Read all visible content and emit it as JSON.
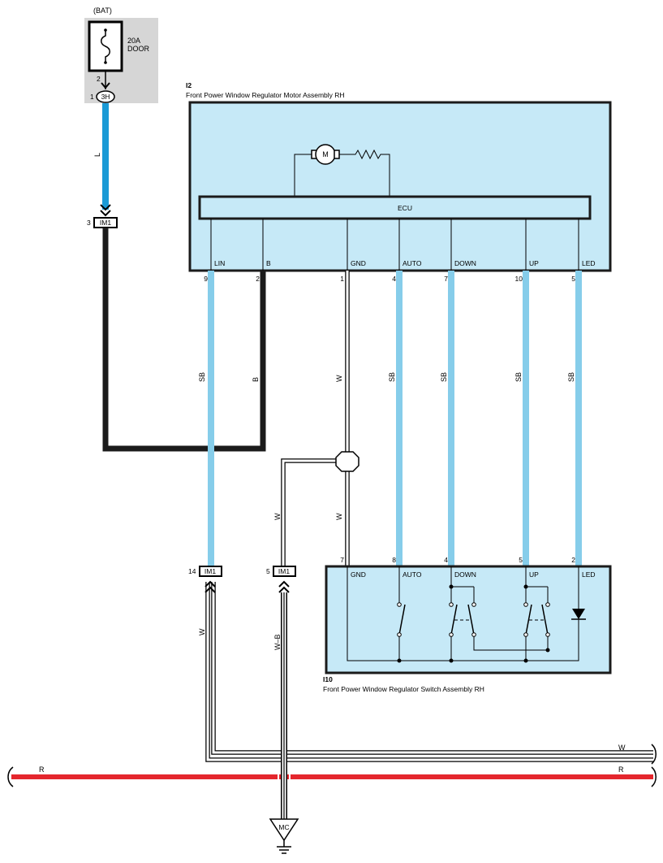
{
  "fuse": {
    "source": "(BAT)",
    "rating": "20A",
    "name": "DOOR",
    "pin_top": "2",
    "pin_conn": "1",
    "conn": "3H"
  },
  "motor_assembly": {
    "code": "I2",
    "title": "Front Power Window Regulator Motor Assembly RH",
    "motor_label": "M",
    "ecu_label": "ECU",
    "terminals": [
      {
        "label": "LIN",
        "pin": "9",
        "wire": "SB"
      },
      {
        "label": "B",
        "pin": "2",
        "wire": "B"
      },
      {
        "label": "GND",
        "pin": "1",
        "wire": "W"
      },
      {
        "label": "AUTO",
        "pin": "4",
        "wire": "SB"
      },
      {
        "label": "DOWN",
        "pin": "7",
        "wire": "SB"
      },
      {
        "label": "UP",
        "pin": "10",
        "wire": "SB"
      },
      {
        "label": "LED",
        "pin": "5",
        "wire": "SB"
      }
    ]
  },
  "switch_assembly": {
    "code": "I10",
    "title": "Front Power Window Regulator Switch Assembly RH",
    "terminals": [
      {
        "label": "GND",
        "pin": "7"
      },
      {
        "label": "AUTO",
        "pin": "8"
      },
      {
        "label": "DOWN",
        "pin": "4"
      },
      {
        "label": "UP",
        "pin": "5"
      },
      {
        "label": "LED",
        "pin": "2"
      }
    ]
  },
  "connectors": {
    "im1_top": {
      "label": "IM1",
      "pin": "3"
    },
    "im1_left": {
      "label": "IM1",
      "pin": "14"
    },
    "im1_mid": {
      "label": "IM1",
      "pin": "5"
    }
  },
  "wires": {
    "fuse_to_im1": "L",
    "lower_w_a": "W",
    "lower_w_b": "W",
    "gnd_wb": "W–B",
    "bus_w": "W",
    "bus_w_left": "W",
    "bus_r_left": "R",
    "bus_r_right": "R"
  },
  "ground": {
    "label": "MC"
  },
  "colors": {
    "sky_blue": "#86cdea",
    "blue_l": "#1a9ad6",
    "red": "#e4262d",
    "box_fill": "#c6e9f7",
    "fuse_bg": "#d6d6d6"
  }
}
